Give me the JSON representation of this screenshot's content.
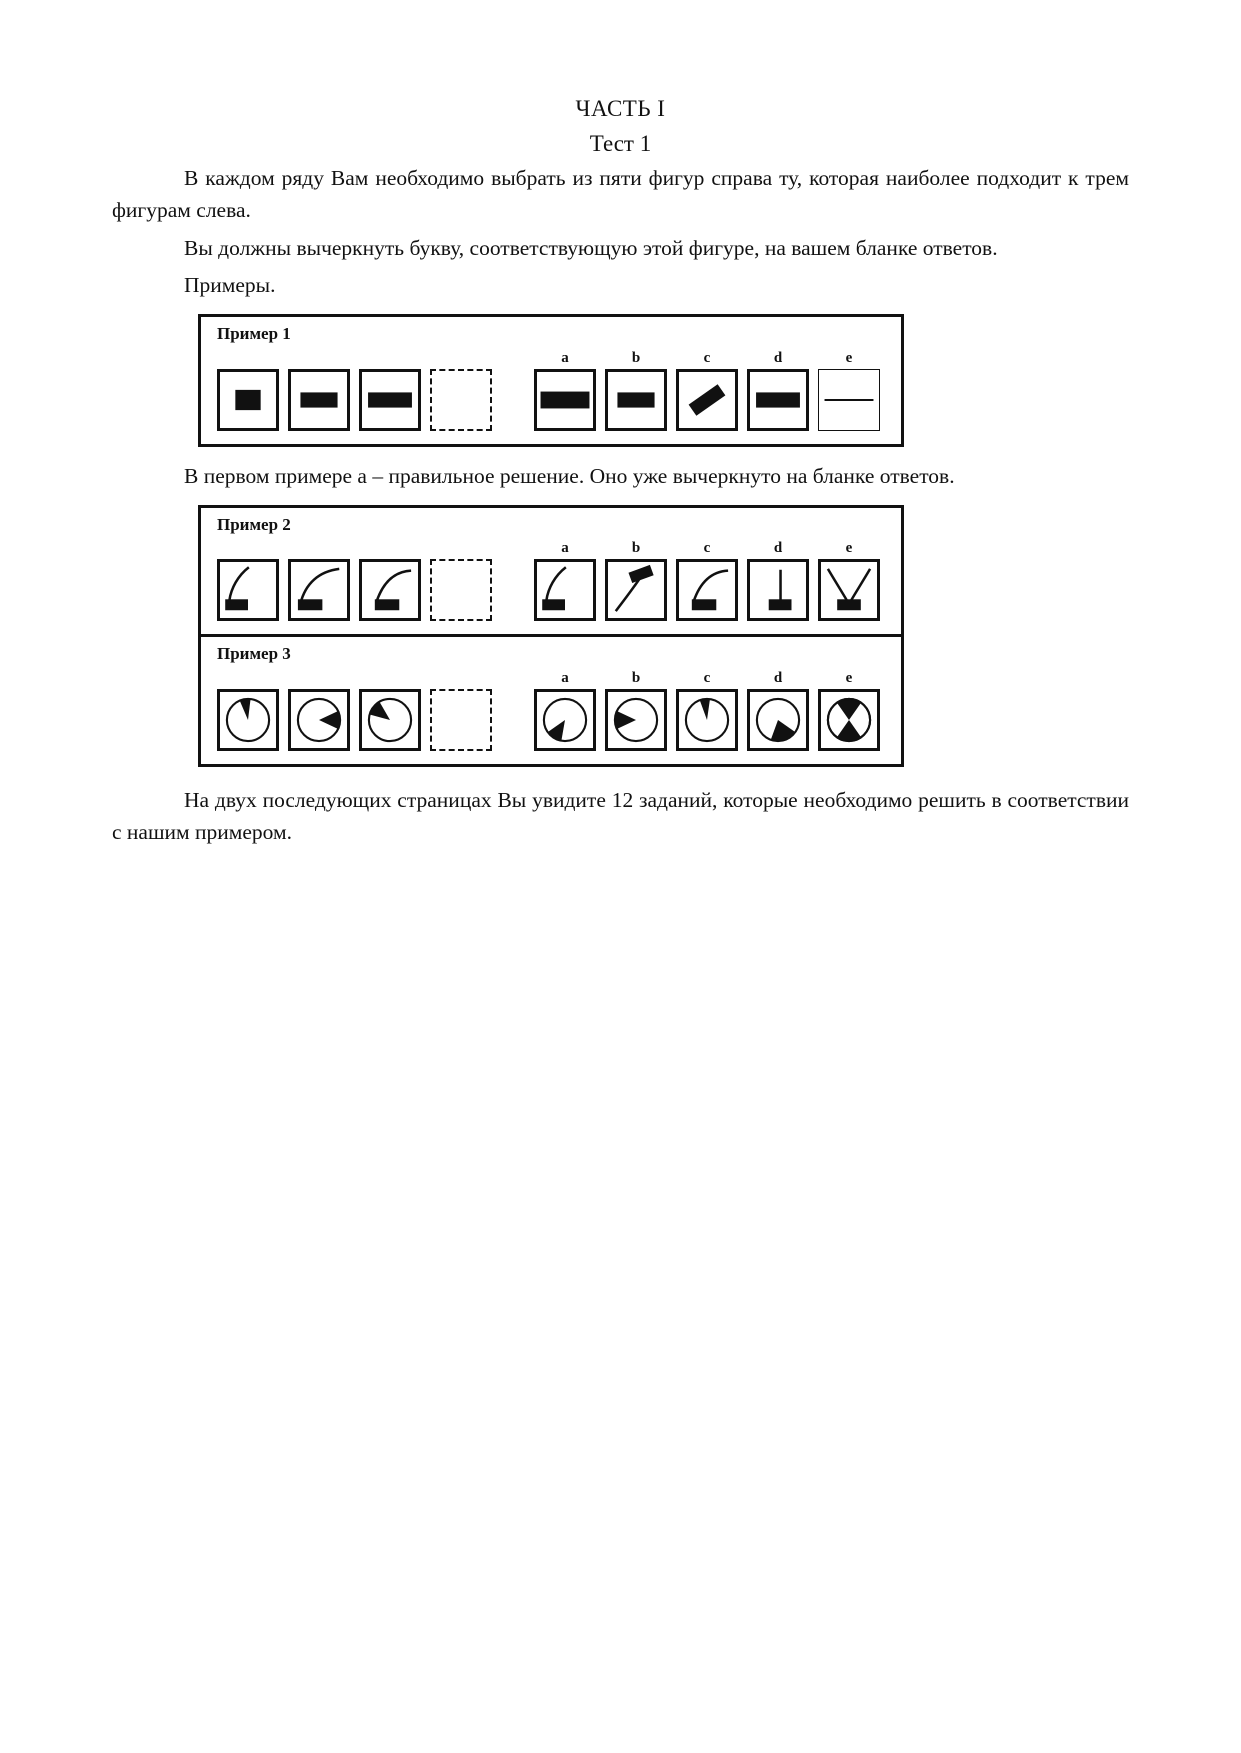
{
  "page": {
    "title": "ЧАСТЬ I",
    "subtitle": "Тест 1",
    "paragraphs": {
      "p1": "В каждом ряду Вам необходимо выбрать из пяти фигур справа ту, которая наиболее подходит к трем фигурам слева.",
      "p2": "Вы должны вычеркнуть букву, соответствующую этой фигуре, на вашем бланке ответов.",
      "examples_label": "Примеры.",
      "p3": "В первом примере а – правильное решение. Оно уже вычеркнуто на бланке ответов.",
      "p4": "На двух последующих страницах Вы увидите 12 заданий, которые необходимо решить в соответствии с нашим примером."
    }
  },
  "examples": [
    {
      "label": "Пример 1",
      "letters": [
        "a",
        "b",
        "c",
        "d",
        "e"
      ],
      "stimulus": [
        "square-black-block-small",
        "square-black-bar",
        "square-black-bar-wide"
      ],
      "blank": "dashed-empty-square",
      "options": [
        "square-black-bar-full",
        "square-black-bar",
        "square-black-bar-tilted",
        "square-black-bar-wide",
        "square-thin-hline"
      ]
    },
    {
      "label": "Пример 2",
      "letters": [
        "a",
        "b",
        "c",
        "d",
        "e"
      ],
      "stimulus": [
        "curve-hook-left-base",
        "curve-arc-base-left",
        "curve-arc-base-center"
      ],
      "blank": "dashed-empty-square",
      "options": [
        "curve-hook-left-base",
        "diagonal-bar-top-tilted",
        "curve-arc-base-center",
        "vertical-line-base",
        "double-curve-vee-base"
      ]
    },
    {
      "label": "Пример 3",
      "letters": [
        "a",
        "b",
        "c",
        "d",
        "e"
      ],
      "stimulus": [
        "circle-sector-up-narrow",
        "circle-sector-right",
        "circle-sector-up-left"
      ],
      "blank": "dashed-empty-square",
      "options": [
        "circle-sector-down-left",
        "circle-sector-left",
        "circle-sector-up-small",
        "circle-sector-down-wide",
        "circle-sectors-hourglass"
      ]
    }
  ],
  "colors": {
    "ink": "#111111",
    "paper": "#ffffff"
  }
}
